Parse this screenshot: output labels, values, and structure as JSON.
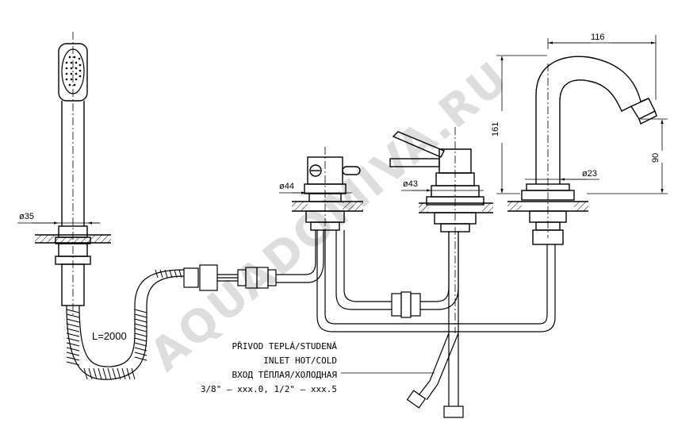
{
  "dimensions": {
    "width_spout": "116",
    "height_spout": "161",
    "outlet_height": "90",
    "spout_diameter": "ø23",
    "diverter_diameter": "ø44",
    "mixer_diameter": "ø43",
    "shower_diameter": "ø35",
    "hose_length": "L=2000"
  },
  "note": {
    "line1": "PŘIVOD TEPLÁ/STUDENÁ",
    "line2": "INLET HOT/COLD",
    "line3": "ВХОД ТЁПЛАЯ/ХОЛОДНАЯ",
    "line4": "3/8\" – xxx.0, 1/2\" – xxx.5"
  },
  "watermark": "AQUADOMIVA.RU"
}
